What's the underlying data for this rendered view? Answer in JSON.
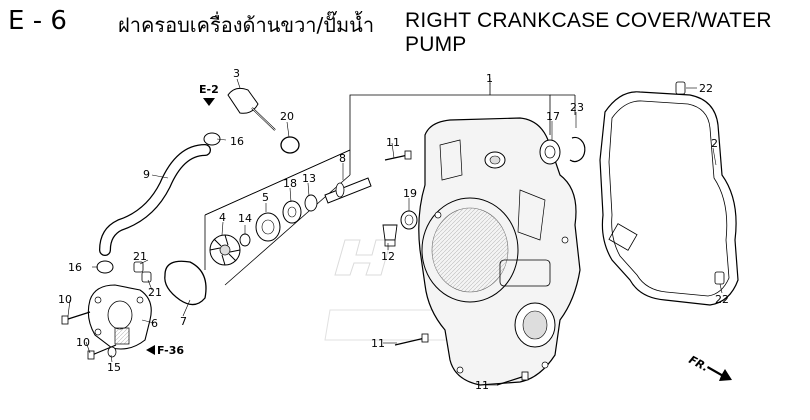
{
  "header": {
    "section_code": "E - 6",
    "title_thai": "ฝาครอบเครื่องด้านขวา/ปั๊มน้ำ",
    "title_english": "RIGHT CRANKCASE COVER/WATER PUMP"
  },
  "references": {
    "e2": "E-2",
    "f36": "F-36",
    "front": "FR."
  },
  "callouts": [
    {
      "id": "c1",
      "label": "1"
    },
    {
      "id": "c2",
      "label": "2"
    },
    {
      "id": "c3",
      "label": "3"
    },
    {
      "id": "c4",
      "label": "4"
    },
    {
      "id": "c5",
      "label": "5"
    },
    {
      "id": "c6",
      "label": "6"
    },
    {
      "id": "c7",
      "label": "7"
    },
    {
      "id": "c8",
      "label": "8"
    },
    {
      "id": "c9",
      "label": "9"
    },
    {
      "id": "c10a",
      "label": "10"
    },
    {
      "id": "c10b",
      "label": "10"
    },
    {
      "id": "c11a",
      "label": "11"
    },
    {
      "id": "c11b",
      "label": "11"
    },
    {
      "id": "c11c",
      "label": "11"
    },
    {
      "id": "c12",
      "label": "12"
    },
    {
      "id": "c13",
      "label": "13"
    },
    {
      "id": "c14",
      "label": "14"
    },
    {
      "id": "c15",
      "label": "15"
    },
    {
      "id": "c16a",
      "label": "16"
    },
    {
      "id": "c16b",
      "label": "16"
    },
    {
      "id": "c17",
      "label": "17"
    },
    {
      "id": "c18",
      "label": "18"
    },
    {
      "id": "c19",
      "label": "19"
    },
    {
      "id": "c20",
      "label": "20"
    },
    {
      "id": "c21a",
      "label": "21"
    },
    {
      "id": "c21b",
      "label": "21"
    },
    {
      "id": "c22a",
      "label": "22"
    },
    {
      "id": "c22b",
      "label": "22"
    },
    {
      "id": "c23",
      "label": "23"
    }
  ]
}
